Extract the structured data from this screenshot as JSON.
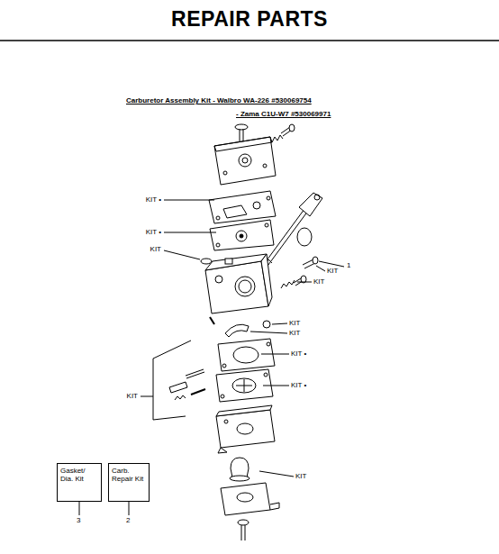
{
  "diagram": {
    "title": "REPAIR PARTS",
    "nodes": [
      {
        "text": [
          "Gasket/ Dia. Kit"
        ]
      },
      {
        "text": [
          "Carb. Repair Kit"
        ]
      }
    ],
    "labels": [
      "Carburetor Assembly Kit - Walbro WA-226 #530069754",
      "- Zama C1U-W7 #530069971",
      "KIT •",
      "KIT •",
      "KIT",
      "1",
      "KIT",
      "KIT",
      "KIT",
      "KIT",
      "KIT •",
      "KIT •",
      "KIT",
      "KIT",
      "3",
      "2"
    ]
  }
}
